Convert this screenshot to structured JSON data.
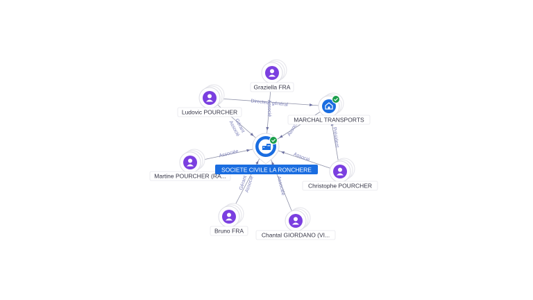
{
  "center": {
    "name": "SOCIETE CIVILE LA RONCHERE",
    "icon": "company-icon",
    "status": "verified",
    "color": "#1a6de0"
  },
  "nodes": [
    {
      "id": "graziella",
      "label": "Graziella FRA",
      "type": "person",
      "icon": "person-icon"
    },
    {
      "id": "ludovic",
      "label": "Ludovic POURCHER",
      "type": "person",
      "icon": "person-icon"
    },
    {
      "id": "marchal",
      "label": "MARCHAL TRANSPORTS",
      "type": "company",
      "icon": "company-icon",
      "status": "verified"
    },
    {
      "id": "martine",
      "label": "Martine POURCHER (RA...",
      "type": "person",
      "icon": "person-icon"
    },
    {
      "id": "christophe",
      "label": "Christophe POURCHER",
      "type": "person",
      "icon": "person-icon"
    },
    {
      "id": "bruno",
      "label": "Bruno FRA",
      "type": "person",
      "icon": "person-icon"
    },
    {
      "id": "chantal",
      "label": "Chantal GIORDANO (VI...",
      "type": "person",
      "icon": "person-icon"
    }
  ],
  "edges": [
    {
      "from": "graziella",
      "to": "center",
      "labels": [
        "Associé"
      ]
    },
    {
      "from": "ludovic",
      "to": "center",
      "labels": [
        "Gérant",
        "Associé"
      ]
    },
    {
      "from": "ludovic",
      "to": "marchal",
      "labels": [
        "Directeur général"
      ]
    },
    {
      "from": "marchal",
      "to": "center",
      "labels": [
        "Associé"
      ]
    },
    {
      "from": "christophe",
      "to": "marchal",
      "labels": [
        "Président"
      ]
    },
    {
      "from": "martine",
      "to": "center",
      "labels": [
        "Associée"
      ]
    },
    {
      "from": "christophe",
      "to": "center",
      "labels": [
        "Associé"
      ]
    },
    {
      "from": "bruno",
      "to": "center",
      "labels": [
        "Gérant",
        "Associé"
      ]
    },
    {
      "from": "chantal",
      "to": "center",
      "labels": [
        "Associée"
      ]
    }
  ],
  "colors": {
    "person": "#7b3fe0",
    "company": "#1a6de0",
    "verified": "#1a9e4b",
    "edge": "#8c8fa6",
    "edge_label": "#7b7fb8"
  }
}
